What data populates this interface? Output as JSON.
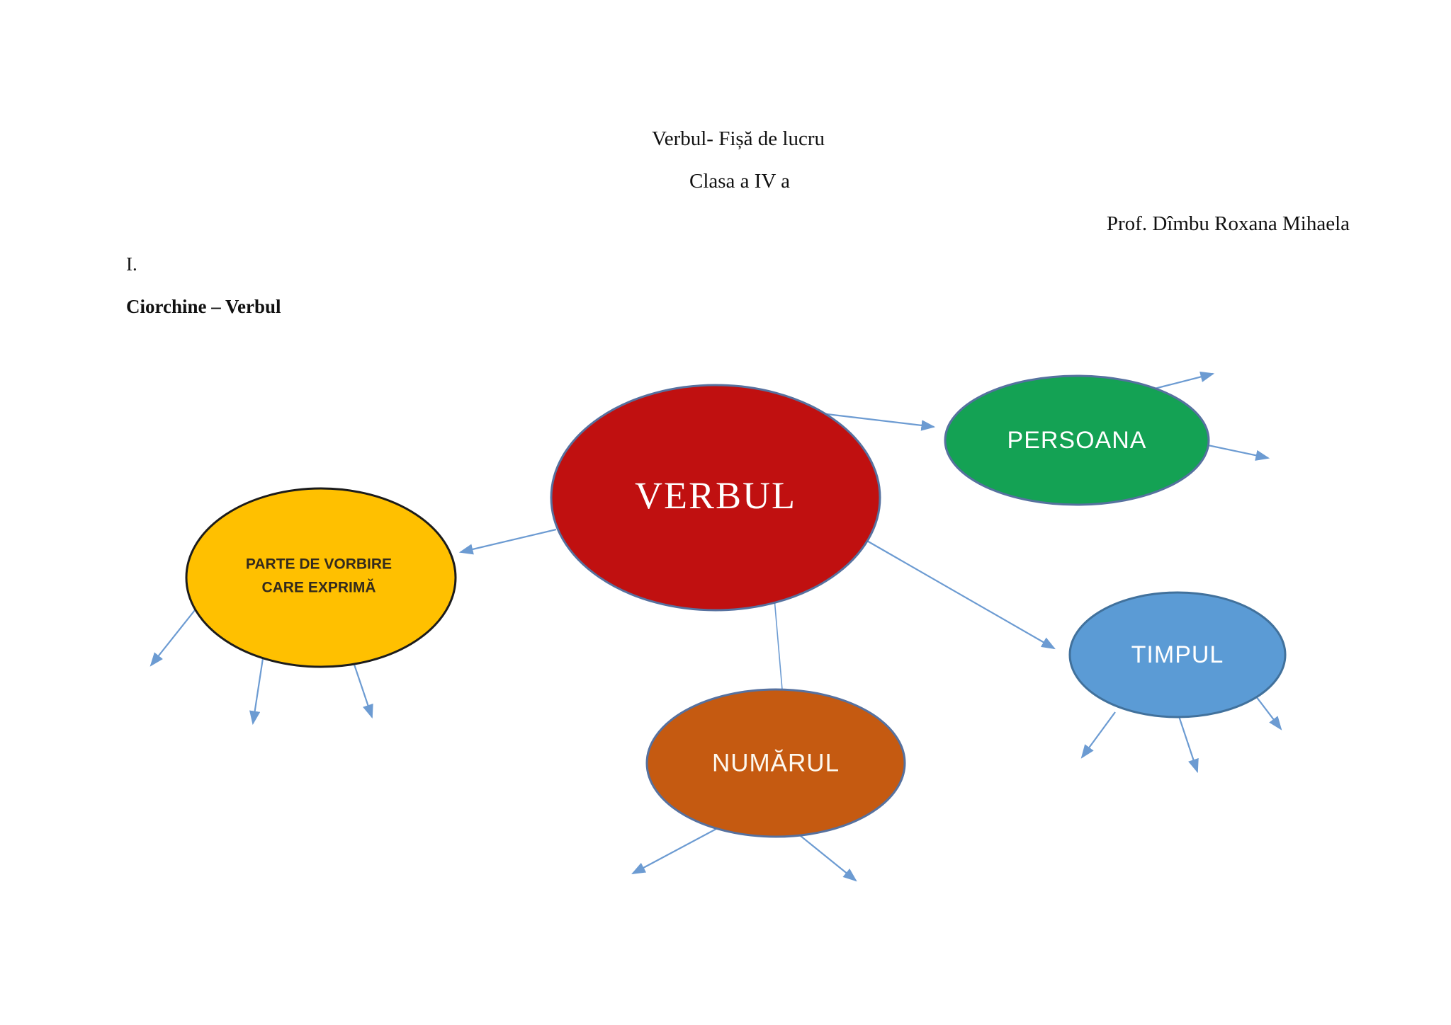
{
  "header": {
    "title_line1": "Verbul- Fișă de lucru",
    "title_line2": "Clasa a IV a",
    "author": "Prof. Dîmbu Roxana Mihaela",
    "section_number": "I.",
    "section_title": "Ciorchine – Verbul"
  },
  "diagram": {
    "arrow_color": "#6C9BD2",
    "nodes": {
      "verbul": {
        "label": "VERBUL",
        "fill": "#C01010",
        "stroke": "#56719F"
      },
      "persoana": {
        "label": "PERSOANA",
        "fill": "#14A254",
        "stroke": "#56719F"
      },
      "timpul": {
        "label": "TIMPUL",
        "fill": "#5B9BD5",
        "stroke": "#41719C"
      },
      "numarul": {
        "label": "NUMĂRUL",
        "fill": "#C55A11",
        "stroke": "#56719F"
      },
      "parte_de_vorbire": {
        "label": "PARTE DE VORBIRE\nCARE EXPRIMĂ",
        "fill": "#FFC000",
        "stroke": "#1c1c1c"
      }
    }
  }
}
